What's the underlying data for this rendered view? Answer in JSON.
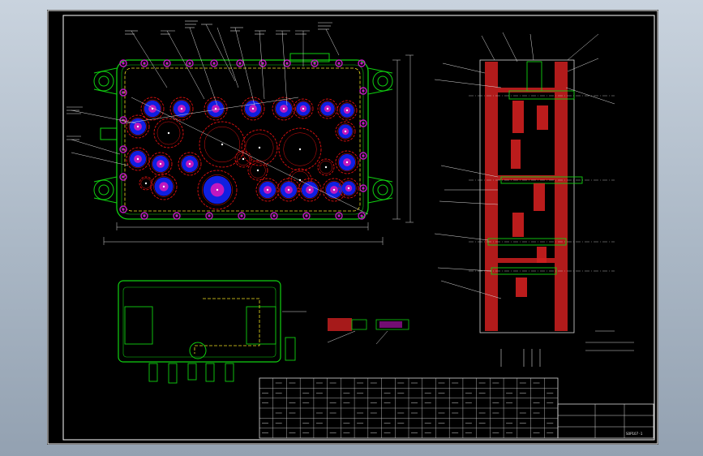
{
  "colors": {
    "background_top": "#c9d3de",
    "background_bottom": "#93a1b1",
    "sheet": "#000000",
    "frame": "#ffffff",
    "outline_green": "#10d010",
    "gear_red": "#e01010",
    "dowel_magenta": "#c018c0",
    "bore_blue": "#1020e0",
    "hatch_red": "#d02020",
    "oil_yellow": "#f0e020",
    "dimension_white": "#d8d8d8"
  },
  "drawing": {
    "part_number": "S0P107 -1"
  },
  "title_block": {
    "rows": 4,
    "cols": 6
  },
  "parts_table": {
    "rows": 6,
    "cols": 22
  }
}
